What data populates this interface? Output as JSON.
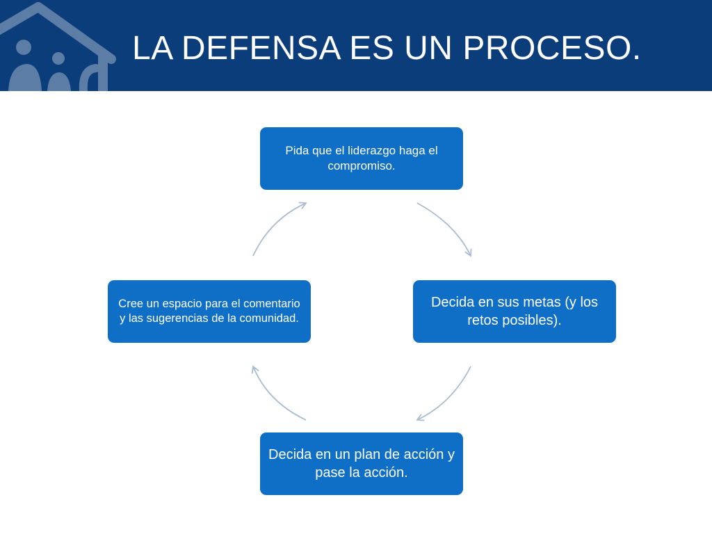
{
  "header": {
    "title": "LA DEFENSA ES UN PROCESO.",
    "background_color": "#0b3d7a",
    "logo_icon": "house-people-logo-icon"
  },
  "cycle": {
    "node_color": "#0f6fc6",
    "arrow_color": "#a9bcd0",
    "steps": [
      {
        "label": "Pida que el liderazgo haga el compromiso."
      },
      {
        "label": "Decida en sus metas (y los retos posibles)."
      },
      {
        "label": "Decida en un plan de acción y pase la acción."
      },
      {
        "label": "Cree un espacio para el comentario y las sugerencias de la comunidad."
      }
    ]
  }
}
